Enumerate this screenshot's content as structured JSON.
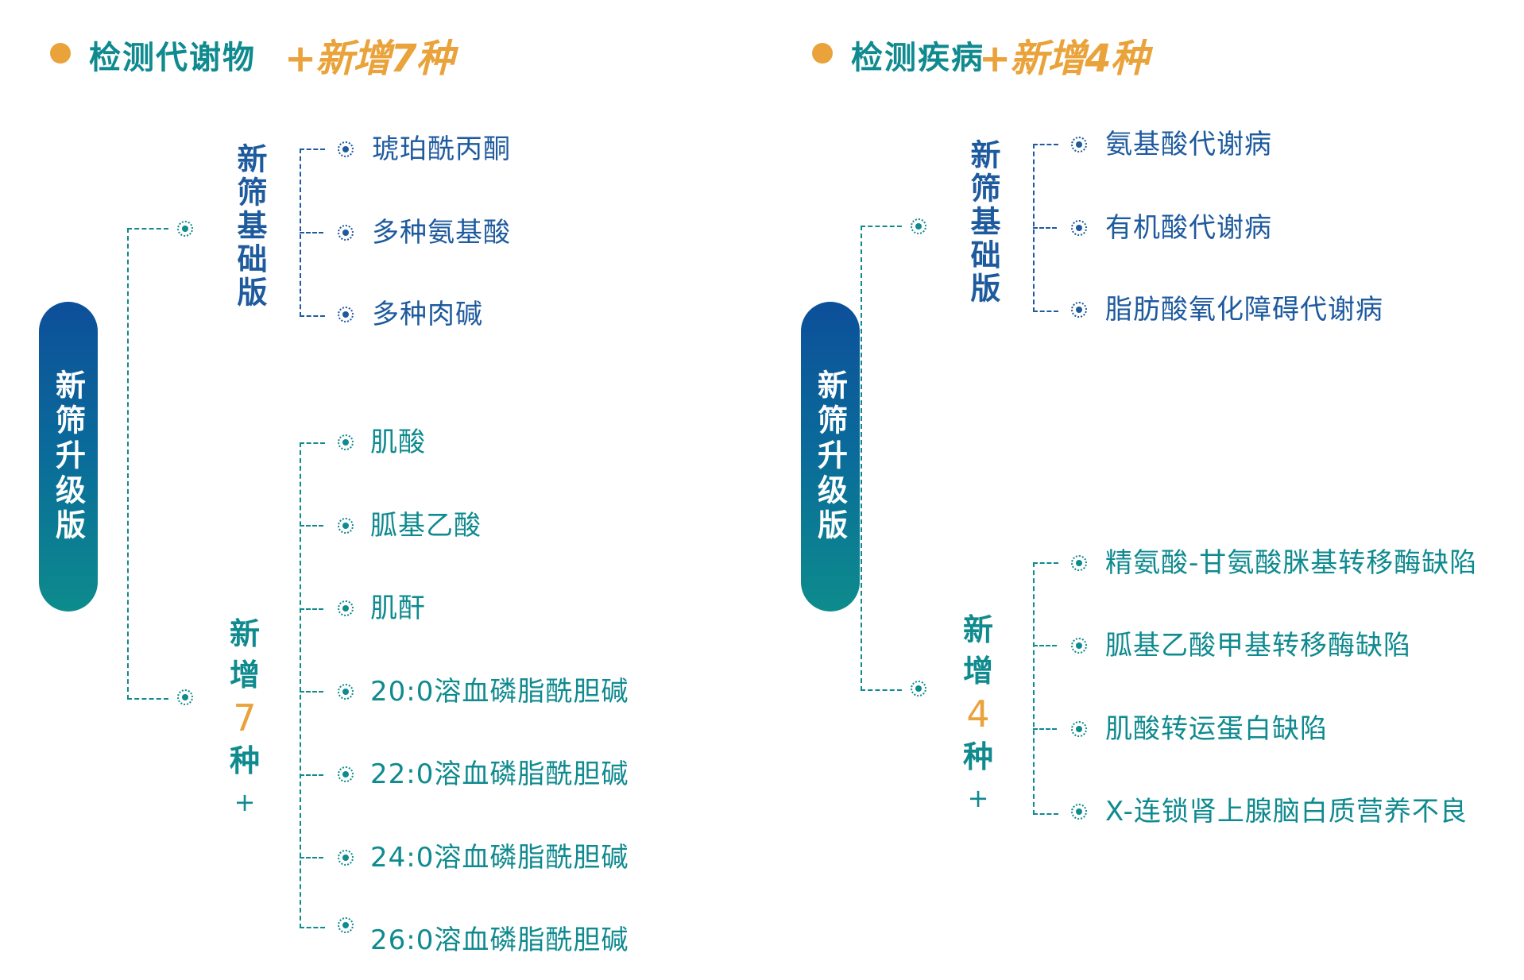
{
  "left": {
    "header": {
      "title": "检测代谢物",
      "plus": "+新增7种"
    },
    "pill": "新筛升级版",
    "basic_label": "新筛基础版",
    "basic_items": [
      "琥珀酰丙酮",
      "多种氨基酸",
      "多种肉碱"
    ],
    "new_label": {
      "line1": "新",
      "line2": "增",
      "num": "7",
      "line3": "种",
      "plus": "+"
    },
    "new_items": [
      "肌酸",
      "胍基乙酸",
      "肌酐",
      "20:0溶血磷脂酰胆碱",
      "22:0溶血磷脂酰胆碱",
      "24:0溶血磷脂酰胆碱",
      "26:0溶血磷脂酰胆碱"
    ]
  },
  "right": {
    "header": {
      "title": "检测疾病",
      "plus": "+新增4种"
    },
    "pill": "新筛升级版",
    "basic_label": "新筛基础版",
    "basic_items": [
      "氨基酸代谢病",
      "有机酸代谢病",
      "脂肪酸氧化障碍代谢病"
    ],
    "new_label": {
      "line1": "新",
      "line2": "增",
      "num": "4",
      "line3": "种",
      "plus": "+"
    },
    "new_items": [
      "精氨酸-甘氨酸脒基转移酶缺陷",
      "胍基乙酸甲基转移酶缺陷",
      "肌酸转运蛋白缺陷",
      "X-连锁肾上腺脑白质营养不良"
    ]
  },
  "colors": {
    "accent": "#e9a33a",
    "teal": "#0f8a8f",
    "blue": "#1e5a9e",
    "pill_top": "#0d4f9a",
    "pill_bottom": "#0d8c8c"
  }
}
